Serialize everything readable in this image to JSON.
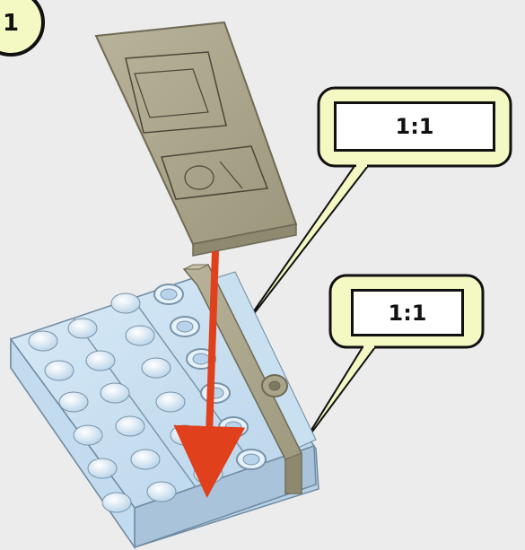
{
  "step": {
    "number": "1",
    "badge_color": "#f4f8c2"
  },
  "colors": {
    "background": "#ececec",
    "callout_fill": "#f4f8c2",
    "plate": "#c6dff0",
    "tan_part": "#aaa58a",
    "arrow": "#e0401c"
  },
  "callouts": [
    {
      "scale": "1:1"
    },
    {
      "scale": "1:1"
    }
  ],
  "icons": {
    "step_badge": "step-number-badge",
    "arrow": "down-arrow-icon"
  }
}
